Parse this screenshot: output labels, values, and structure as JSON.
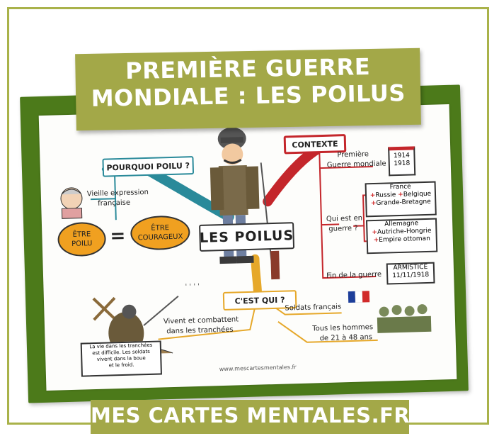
{
  "banner": {
    "line1": "PREMIÈRE GUERRE",
    "line2": "MONDIALE : LES POILUS"
  },
  "center": {
    "label": "LES POILUS"
  },
  "left": {
    "pourquoi": "POURQUOI POILU ?",
    "vieille_l1": "Vieille expression",
    "vieille_l2": "française",
    "etre_poilu_l1": "ÊTRE",
    "etre_poilu_l2": "POILU",
    "equals": "=",
    "etre_courageux_l1": "ÊTRE",
    "etre_courageux_l2": "COURAGEUX",
    "vivent_l1": "Vivent et combattent",
    "vivent_l2": "dans les tranchées",
    "note_l1": "La vie dans les tranchées",
    "note_l2": "est difficile. Les soldats",
    "note_l3": "vivent dans la boue",
    "note_l4": "et le froid."
  },
  "right": {
    "contexte": "CONTEXTE",
    "premiere_l1": "Première",
    "premiere_l2": "Guerre mondiale",
    "cal_start": "1914",
    "cal_end": "1918",
    "qui_l1": "Qui est en",
    "qui_l2": "guerre ?",
    "allies": {
      "title": "France",
      "items": [
        "Russie",
        "Belgique",
        "Grande-Bretagne"
      ]
    },
    "enemies": {
      "title": "Allemagne",
      "items": [
        "Autriche-Hongrie",
        "Empire ottoman"
      ]
    },
    "fin": "Fin de la guerre",
    "armistice_l1": "ARMISTICE",
    "armistice_l2": "11/11/1918"
  },
  "bottom": {
    "cest_qui": "C'EST QUI ?",
    "soldats": "Soldats français",
    "tous_l1": "Tous les hommes",
    "tous_l2": "de 21 à 48 ans"
  },
  "website": "www.mescartesmentales.fr",
  "footer": "MES CARTES MENTALES.FR",
  "colors": {
    "olive": "#a3a848",
    "dark_green": "#4c7a1a",
    "red": "#c4262b",
    "teal": "#2a8a9a",
    "orange": "#f0a020",
    "yellow_line": "#e6a82a"
  }
}
